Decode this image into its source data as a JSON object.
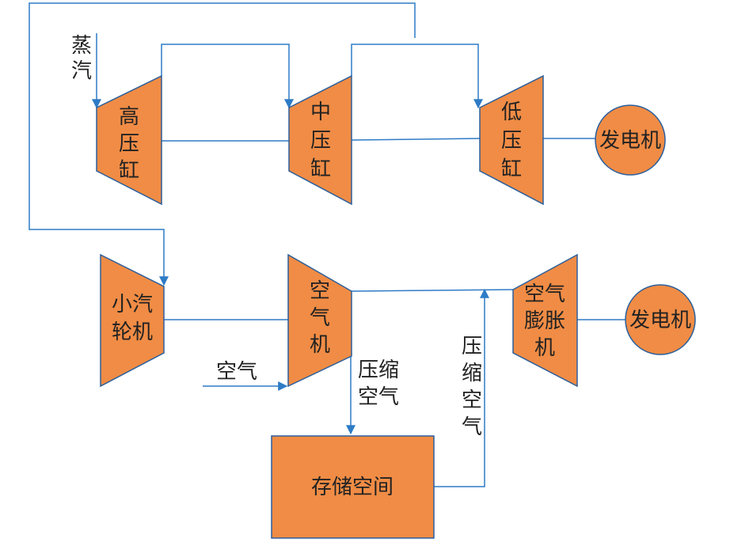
{
  "labels": {
    "steam_1": "蒸",
    "steam_2": "汽",
    "hp_1": "高",
    "hp_2": "压",
    "hp_3": "缸",
    "ip_1": "中",
    "ip_2": "压",
    "ip_3": "缸",
    "lp_1": "低",
    "lp_2": "压",
    "lp_3": "缸",
    "gen_top": "发电机",
    "small_turbine_1": "小汽",
    "small_turbine_2": "轮机",
    "compressor_1": "空",
    "compressor_2": "气",
    "compressor_3": "机",
    "air_in": "空气",
    "comp_air_a_1": "压缩",
    "comp_air_a_2": "空气",
    "comp_air_b_1": "压",
    "comp_air_b_2": "缩",
    "comp_air_b_3": "空",
    "comp_air_b_4": "气",
    "expander_1": "空气",
    "expander_2": "膨胀",
    "expander_3": "机",
    "gen_bottom": "发电机",
    "storage": "存储空间"
  },
  "colors": {
    "component_fill": "#f08c45",
    "component_stroke": "#2b5f9b",
    "flow_line": "#2e7bc6"
  }
}
